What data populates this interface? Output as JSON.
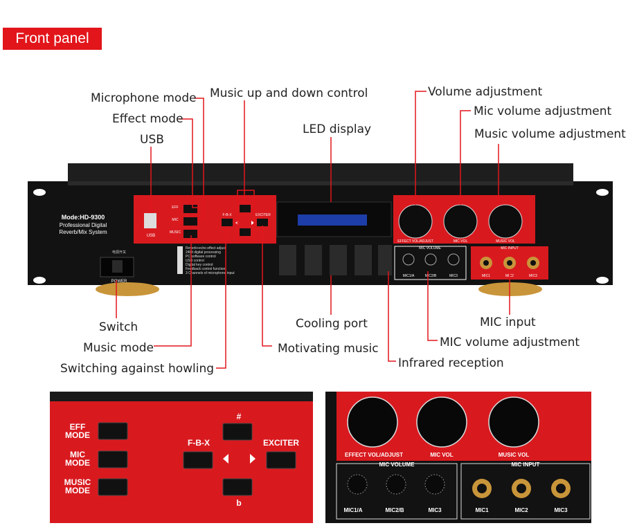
{
  "title": "Front panel",
  "callouts": {
    "microphone_mode": "Microphone mode",
    "effect_mode": "Effect mode",
    "usb": "USB",
    "music_updown": "Music up and down control",
    "led_display": "LED display",
    "volume_adjust": "Volume adjustment",
    "mic_volume_adjust": "Mic volume adjustment",
    "music_volume_adjust": "Music volume adjustment",
    "switch": "Switch",
    "music_mode": "Music mode",
    "switching_howling": "Switching against howling",
    "cooling_port": "Cooling port",
    "motivating_music": "Motivating music",
    "mic_input": "MIC input",
    "mic_volume_adjustment2": "MIC volume adjustment",
    "infrared_reception": "Infrared reception"
  },
  "device": {
    "model": "Mode:HD-9300",
    "desc1": "Professional Digital",
    "desc2": "Reverb/Mix System",
    "power_cn": "电源开关",
    "power": "POWER",
    "usb_label": "USB",
    "eff_mode": "EFF",
    "eff_mode2": "MODE",
    "mic_mode": "MIC",
    "mic_mode2": "MODE",
    "music_mode": "MUSIC",
    "music_mode2": "MODE",
    "fbx": "F-B-X",
    "exciter": "EXCITER",
    "sharp": "#",
    "flat": "b",
    "features": [
      "Reverb+echo effect adjust",
      "24bit digital processing",
      "PC software control",
      "USB control",
      "Digital key control",
      "Feedback control function",
      "3 Channels of microphone input"
    ],
    "knob_effect": "EFFECT VOL/ADJUST",
    "knob_mic": "MIC VOL",
    "knob_music": "MUSIC VOL",
    "mic_volume_title": "MIC VOLUME",
    "mic_input_title": "MIC INPUT",
    "mic1a": "MIC1/A",
    "mic2b": "MIC2/B",
    "mic3": "MIC3",
    "mic1": "MIC1",
    "mic2": "MIC2",
    "mic3b": "MIC3"
  },
  "colors": {
    "accent": "#e2151b",
    "panel_red": "#d81a1f",
    "chassis": "#141414"
  }
}
